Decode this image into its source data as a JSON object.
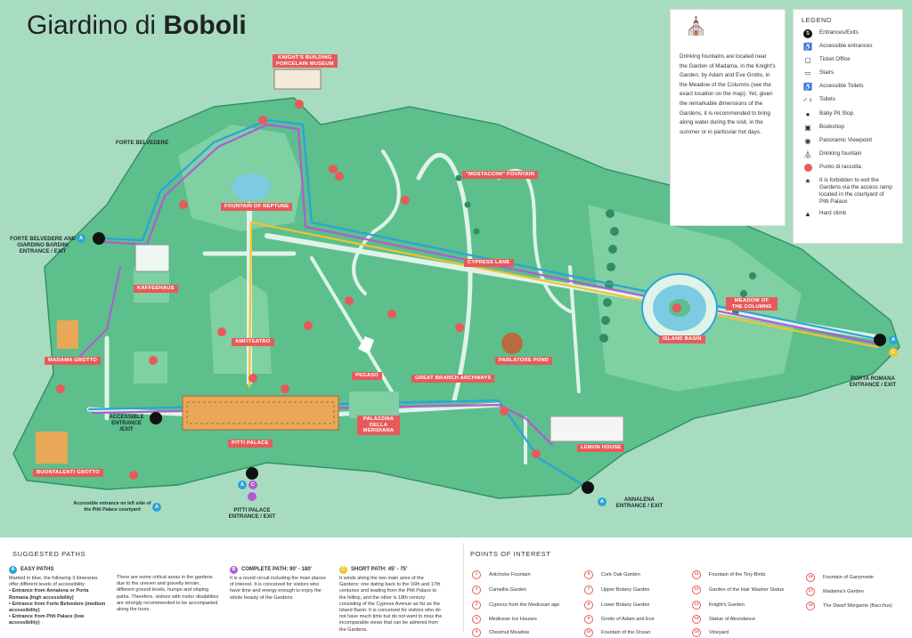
{
  "title": {
    "prefix": "Giardino di",
    "bold": "Boboli"
  },
  "info_box": {
    "icon": "drinking-fountain-icon",
    "text": "Drinking fountains are located near the Garden of Madama, in the Knight's Garden, by Adam and Eve Grotto, in the Meadow of the Columns (see the exact location on the map). Yet, given the remarkable dimensions of the Gardens, it is recommended to bring along water during the visit, in the summer or in particular hot days."
  },
  "legend": {
    "title": "LEGEND",
    "items": [
      {
        "icon": "entrance-exit-icon",
        "label": "Entrances/Exits"
      },
      {
        "icon": "accessible-entrance-icon",
        "label": "Accessible entrances"
      },
      {
        "icon": "ticket-office-icon",
        "label": "Ticket Office"
      },
      {
        "icon": "stairs-icon",
        "label": "Stairs"
      },
      {
        "icon": "accessible-toilet-icon",
        "label": "Accessible Toilets"
      },
      {
        "icon": "toilets-icon",
        "label": "Toilets"
      },
      {
        "icon": "baby-pit-stop-icon",
        "label": "Baby Pit Stop"
      },
      {
        "icon": "bookshop-icon",
        "label": "Bookshop"
      },
      {
        "icon": "panoramic-viewpoint-icon",
        "label": "Panoramic Viewpoint"
      },
      {
        "icon": "drinking-fountain-icon",
        "label": "Drinking fountain"
      },
      {
        "icon": "meeting-point-icon",
        "label": "Punto di raccolta"
      },
      {
        "icon": "star-icon",
        "label": "It is forbidden to exit the Gardens via the access ramp located in the courtyard of Pitti Palace"
      },
      {
        "icon": "hard-climb-icon",
        "label": "Hard climb"
      }
    ]
  },
  "map_labels": {
    "forte_belvedere": "FORTE BELVEDERE",
    "knights_building": "KNIGHT'S BUILDING",
    "porcelain_museum": "PORCELAIN MUSEUM",
    "fountain_neptune": "FOUNTAIN OF NEPTUNE",
    "mostaccini": "\"MOSTACCINI\" FOUNTAIN",
    "cypress_lane": "CYPRESS LANE",
    "kaffeehaus": "KAFFEEHAUS",
    "amfiteatro": "AMFITEATRO",
    "madama_grotto": "MADAMA GROTTO",
    "pegaso": "PEGASO",
    "great_branch": "GREAT BRANCH ARCHWAYS",
    "parlatore_pond": "PARLATORE POND",
    "island_basin": "ISLAND BASIN",
    "meadow_columns": "MEADOW OF THE COLUMNS",
    "palazzina_meridiana": "PALAZZINA DELLA MERIDIANA",
    "pitti_palace": "PITTI PALACE",
    "buontalenti_grotto": "BUONTALENTI GROTTO",
    "lemon_house": "LEMON HOUSE"
  },
  "entrances": {
    "forte": "FORTE BELVEDERE AND GIARDINO BARDINI ENTRANCE / EXIT",
    "accessible": "ACCESSIBLE ENTRANCE /EXIT",
    "pitti": "PITTI PALACE ENTRANCE / EXIT",
    "annalena": "ANNALENA ENTRANCE / EXIT",
    "porta_romana": "PORTA ROMANA ENTRANCE / EXIT",
    "pitti_side": "Accessible entrance on left side of the Pitti Palace courtyard"
  },
  "route_badges": {
    "a": "A",
    "b": "B",
    "c": "C"
  },
  "bottom": {
    "suggested_title": "SUGGESTED PATHS",
    "poi_title": "POINTS OF INTEREST",
    "easy": {
      "title": "EASY PATHS",
      "text": "Marked in blue, the following 3 itineraries offer different levels of accessibility:",
      "l1": "• Entrance from Annalena or Porta Romana (high accessibility)",
      "l2": "• Entrance from Forte Belvedere (medium accessibility)",
      "l3": "• Entrance from Pitti Palace (low accessibility)"
    },
    "critical": "There are some critical areas in the gardens due to the uneven and gravelly terrain, different ground levels, humps and sloping paths. Therefore, visitors with motor disabilities are strongly recommended to be accompanied along the tours.",
    "complete": {
      "title": "COMPLETE PATH: 90' - 180'",
      "text": "It is a round circuit including the main places of interest. It is conceived for visitors who have time and energy enough to enjoy the whole beauty of the Gardens."
    },
    "short": {
      "title": "SHORT PATH: 45' - 75'",
      "text": "It winds along the two main axes of the Gardens: one dating back to the 16th and 17th centuries and leading from the Pitti Palace to the hilltop, and the other is 18th century consisting of the Cypress Avenue as far as the Island Basin. It is conceived for visitors who do not have much time but do not want to miss the incomparable views that can be admired from the Gardens."
    },
    "poi": [
      {
        "n": "1",
        "label": "Artichoke Fountain"
      },
      {
        "n": "2",
        "label": "Camellia Garden"
      },
      {
        "n": "3",
        "label": "Cypress from the Medicean age"
      },
      {
        "n": "4",
        "label": "Medicean Ice Houses"
      },
      {
        "n": "5",
        "label": "Chestnut Meadow"
      },
      {
        "n": "6",
        "label": "Cork Oak Garden"
      },
      {
        "n": "7",
        "label": "Upper Botany Garden"
      },
      {
        "n": "8",
        "label": "Lower Botany Garden"
      },
      {
        "n": "9",
        "label": "Grotto of Adam and Eve"
      },
      {
        "n": "10",
        "label": "Fountain of the Ocean"
      },
      {
        "n": "11",
        "label": "Fountain of the Tiny Birds"
      },
      {
        "n": "12",
        "label": "Garden of the Hair Washer Statue"
      },
      {
        "n": "13",
        "label": "Knight's Garden"
      },
      {
        "n": "14",
        "label": "Statue of Abundance"
      },
      {
        "n": "15",
        "label": "Vineyard"
      },
      {
        "n": "16",
        "label": "Fountain of Ganymede"
      },
      {
        "n": "17",
        "label": "Madama's Garden"
      },
      {
        "n": "18",
        "label": "The Dwarf Morgante (Bacchus)"
      }
    ]
  },
  "colors": {
    "map_bg": "#a8dcc1",
    "garden": "#5cbf8c",
    "path": "#dff3e8",
    "accent": "#e85a5a",
    "blue_route": "#2aa4d8",
    "purple_route": "#b35ad3",
    "yellow_route": "#f2c230"
  }
}
